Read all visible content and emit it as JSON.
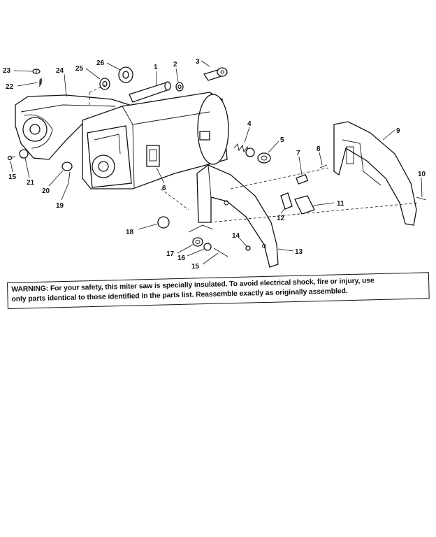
{
  "callouts": {
    "c1": "1",
    "c2": "2",
    "c3": "3",
    "c4": "4",
    "c5": "5",
    "c6": "6",
    "c7": "7",
    "c8": "8",
    "c9": "9",
    "c10": "10",
    "c11": "11",
    "c12": "12",
    "c13": "13",
    "c14": "14",
    "c15a": "15",
    "c15b": "15",
    "c16": "16",
    "c17": "17",
    "c18": "18",
    "c19": "19",
    "c20": "20",
    "c21": "21",
    "c22": "22",
    "c23": "23",
    "c24": "24",
    "c25": "25",
    "c26": "26"
  },
  "warning": {
    "line1": "WARNING: For your safety, this miter saw is specially insulated. To avoid electrical shock, fire or injury, use",
    "line2": "only parts identical to those identified in the parts list. Reassemble exactly as originally assembled."
  }
}
